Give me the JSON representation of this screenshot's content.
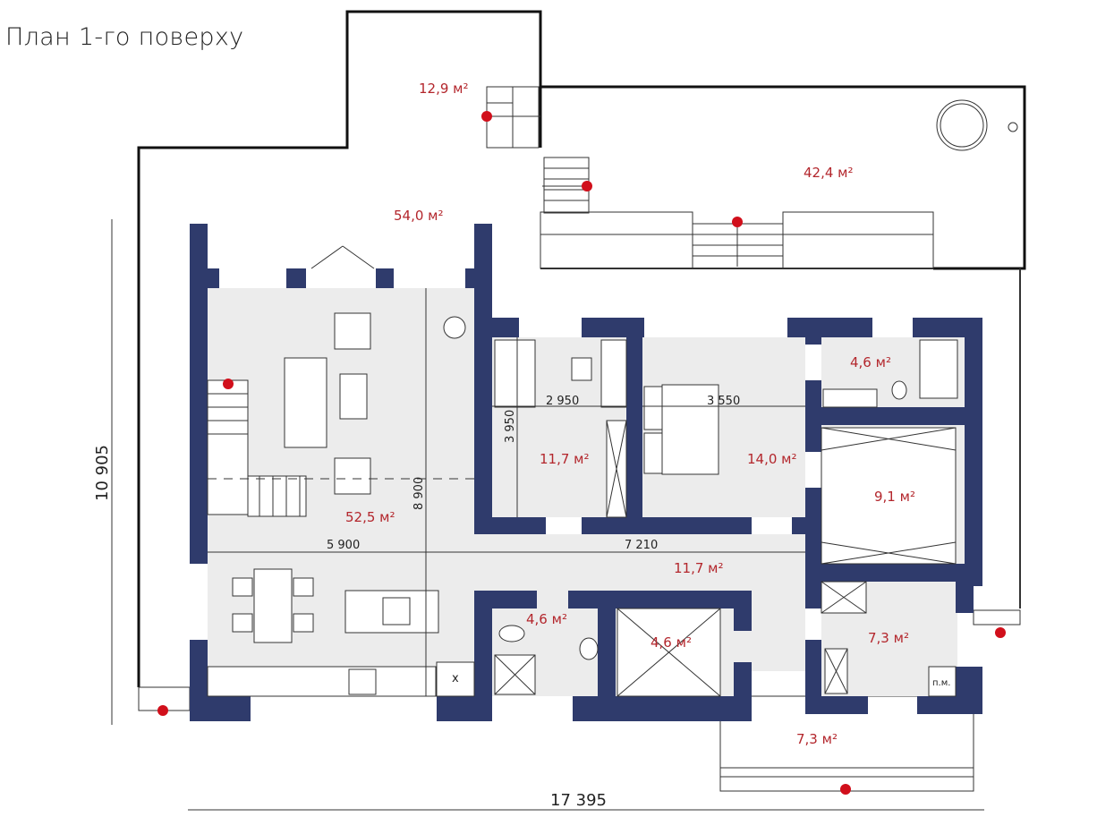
{
  "title": "План 1-го поверху",
  "rooms": {
    "balcony_top": "12,9 м²",
    "terrace_right": "42,4 м²",
    "terrace_main": "54,0 м²",
    "living": "52,5 м²",
    "bedroom1": "11,7 м²",
    "bedroom2": "14,0 м²",
    "bath_top": "4,6 м²",
    "room_9": "9,1 м²",
    "corridor": "11,7 м²",
    "bath_small": "4,6 м²",
    "closet": "4,6 м²",
    "utility": "7,3 м²",
    "porch": "7,3 м²"
  },
  "dimensions": {
    "total_width": "17 395",
    "total_height": "10 905",
    "living_width": "5 900",
    "corridor_width": "7 210",
    "living_height": "8 900",
    "bedroom1_width": "2 950",
    "bedroom1_height": "3 950",
    "bedroom2_width": "3 550"
  },
  "labels": {
    "pm": "п.м.",
    "cross": "x"
  },
  "colors": {
    "wall": "#2f3b6c",
    "area_text": "#b3262c",
    "marker": "#d10f1b"
  }
}
